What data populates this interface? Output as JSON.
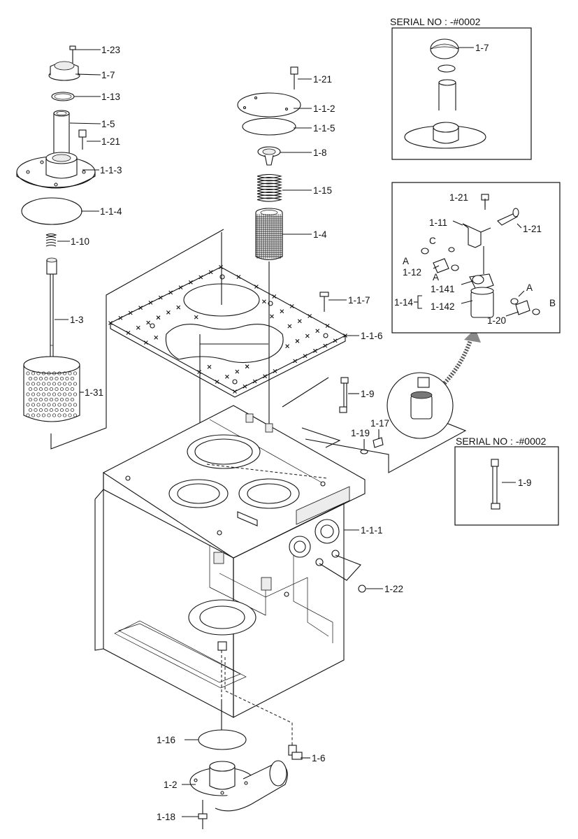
{
  "serial_notes": [
    {
      "id": "top",
      "text": "SERIAL NO : -#0002"
    },
    {
      "id": "right",
      "text": "SERIAL NO : -#0002"
    }
  ],
  "labels": [
    {
      "id": "p1-23",
      "text": "1-23"
    },
    {
      "id": "p1-7a",
      "text": "1-7"
    },
    {
      "id": "p1-13",
      "text": "1-13"
    },
    {
      "id": "p1-5",
      "text": "1-5"
    },
    {
      "id": "p1-21a",
      "text": "1-21"
    },
    {
      "id": "p1-1-3",
      "text": "1-1-3"
    },
    {
      "id": "p1-1-4",
      "text": "1-1-4"
    },
    {
      "id": "p1-10",
      "text": "1-10"
    },
    {
      "id": "p1-3",
      "text": "1-3"
    },
    {
      "id": "p1-31",
      "text": "1-31"
    },
    {
      "id": "p1-21b",
      "text": "1-21"
    },
    {
      "id": "p1-1-2",
      "text": "1-1-2"
    },
    {
      "id": "p1-1-5",
      "text": "1-1-5"
    },
    {
      "id": "p1-8",
      "text": "1-8"
    },
    {
      "id": "p1-15",
      "text": "1-15"
    },
    {
      "id": "p1-4",
      "text": "1-4"
    },
    {
      "id": "p1-1-7",
      "text": "1-1-7"
    },
    {
      "id": "p1-1-6",
      "text": "1-1-6"
    },
    {
      "id": "p1-9a",
      "text": "1-9"
    },
    {
      "id": "p1-19",
      "text": "1-19"
    },
    {
      "id": "p1-17",
      "text": "1-17"
    },
    {
      "id": "p1-1-1",
      "text": "1-1-1"
    },
    {
      "id": "p1-22",
      "text": "1-22"
    },
    {
      "id": "p1-16",
      "text": "1-16"
    },
    {
      "id": "p1-6",
      "text": "1-6"
    },
    {
      "id": "p1-2",
      "text": "1-2"
    },
    {
      "id": "p1-18",
      "text": "1-18"
    },
    {
      "id": "p1-7b",
      "text": "1-7"
    },
    {
      "id": "p1-21c",
      "text": "1-21"
    },
    {
      "id": "p1-11",
      "text": "1-11"
    },
    {
      "id": "p1-21d",
      "text": "1-21"
    },
    {
      "id": "pA1",
      "text": "A"
    },
    {
      "id": "pC",
      "text": "C"
    },
    {
      "id": "p1-12",
      "text": "1-12"
    },
    {
      "id": "pA2",
      "text": "A"
    },
    {
      "id": "p1-141",
      "text": "1-141"
    },
    {
      "id": "p1-14",
      "text": "1-14"
    },
    {
      "id": "p1-142",
      "text": "1-142"
    },
    {
      "id": "pA3",
      "text": "A"
    },
    {
      "id": "pB",
      "text": "B"
    },
    {
      "id": "p1-20",
      "text": "1-20"
    },
    {
      "id": "p1-9b",
      "text": "1-9"
    }
  ]
}
